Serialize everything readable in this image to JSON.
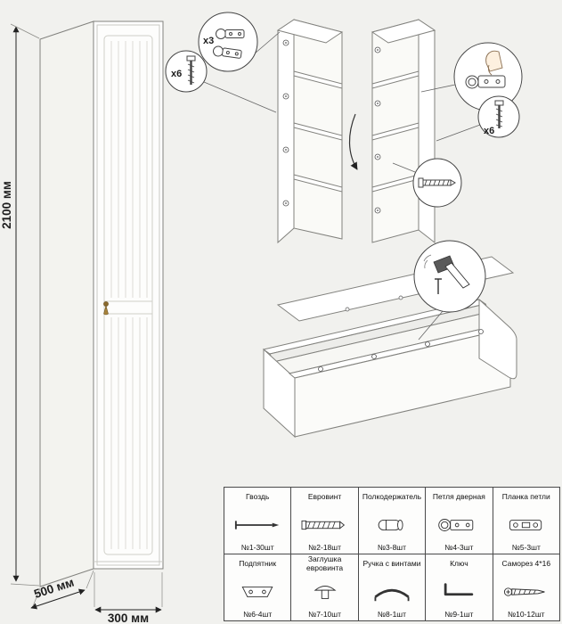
{
  "dimensions": {
    "height": "2100 мм",
    "depth": "500 мм",
    "width": "300 мм"
  },
  "callouts": {
    "hinge_qty": "x3",
    "screw_left_qty": "x6",
    "screw_right_qty": "x6"
  },
  "parts": {
    "row1": [
      {
        "name": "Гвоздь",
        "qty": "№1-30шт"
      },
      {
        "name": "Евровинт",
        "qty": "№2-18шт"
      },
      {
        "name": "Полкодержатель",
        "qty": "№3-8шт"
      },
      {
        "name": "Петля дверная",
        "qty": "№4-3шт"
      },
      {
        "name": "Планка петли",
        "qty": "№5-3шт"
      }
    ],
    "row2": [
      {
        "name": "Подпятник",
        "qty": "№6-4шт"
      },
      {
        "name": "Заглушка евровинта",
        "qty": "№7-10шт"
      },
      {
        "name": "Ручка с винтами",
        "qty": "№8-1шт"
      },
      {
        "name": "Ключ",
        "qty": "№9-1шт"
      },
      {
        "name": "Саморез 4*16",
        "qty": "№10-12шт"
      }
    ]
  },
  "colors": {
    "background": "#f1f1ee",
    "line": "#4a4a4a",
    "panel": "#ffffff",
    "handle": "#a8843c"
  }
}
